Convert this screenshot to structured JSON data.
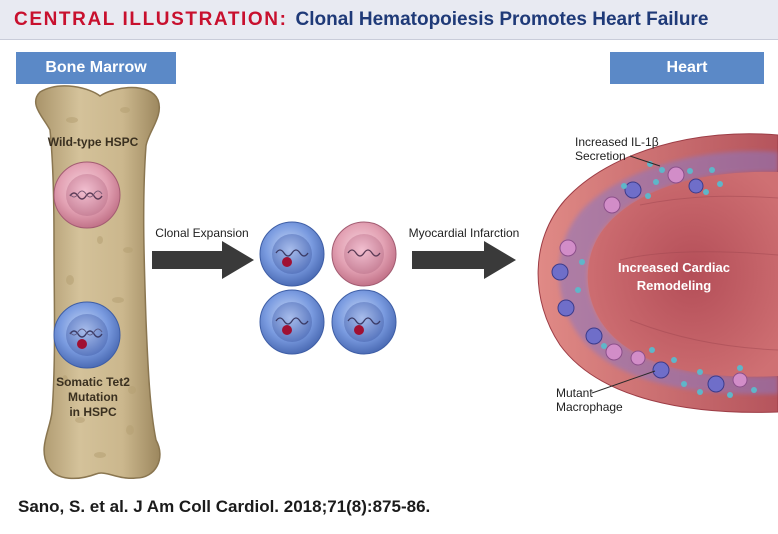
{
  "header": {
    "label": "CENTRAL ILLUSTRATION:",
    "title": "Clonal Hematopoiesis Promotes Heart Failure"
  },
  "tags": {
    "bone_marrow": "Bone Marrow",
    "heart": "Heart"
  },
  "bone": {
    "wildtype_label": "Wild-type HSPC",
    "somatic_lines": [
      "Somatic Tet2",
      "Mutation",
      "in HSPC"
    ]
  },
  "arrows": {
    "first": "Clonal Expansion",
    "second": "Myocardial Infarction"
  },
  "heart": {
    "il1b_lines": [
      "Increased IL-1β",
      "Secretion"
    ],
    "remodel_lines": [
      "Increased Cardiac",
      "Remodeling"
    ],
    "macrophage_lines": [
      "Mutant",
      "Macrophage"
    ]
  },
  "citation": "Sano, S. et al. J Am Coll Cardiol. 2018;71(8):875-86.",
  "colors": {
    "title_red": "#c8102e",
    "title_blue": "#1f3a78",
    "tag_blue": "#5b89c7",
    "cell_pink": "#e6a5b6",
    "cell_blue": "#6f93d6",
    "bone": "#c9b489",
    "heart_wall": "#c15f64"
  }
}
